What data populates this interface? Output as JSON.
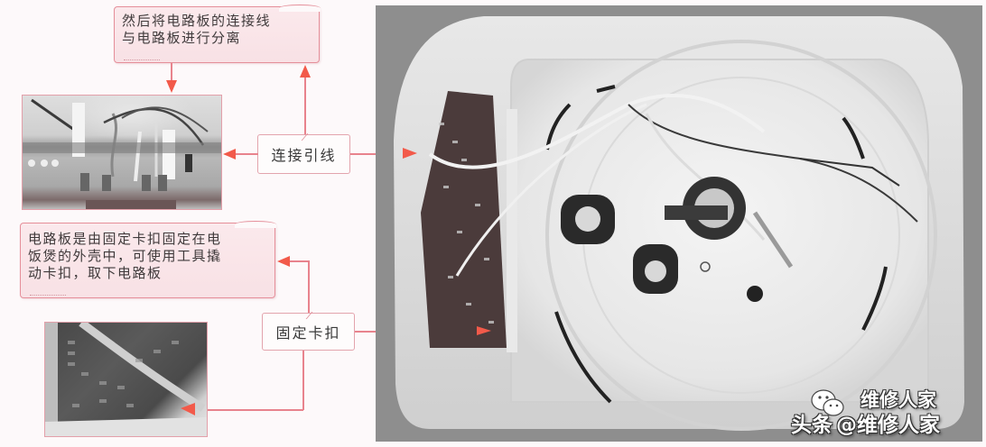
{
  "callouts": {
    "top": {
      "lines": [
        "然后将电路板的连接线",
        "与电路板进行分离"
      ]
    },
    "middle": {
      "lines": [
        "电路板是由固定卡扣固定在电",
        "饭煲的外壳中，可使用工具撬",
        "动卡扣，取下电路板"
      ]
    }
  },
  "labels": {
    "connection_wire": "连接引线",
    "fixing_clip": "固定卡扣"
  },
  "photos": {
    "inset_top": "circuit-board-wires-closeup",
    "inset_bottom": "circuit-board-clip-closeup",
    "main": "rice-cooker-bottom-with-circuit-board"
  },
  "watermark": {
    "account": "维修人家",
    "platform": "头条",
    "handle": "@维修人家"
  },
  "colors": {
    "arrow": "#f25a4a",
    "connector_line": "#e8838d",
    "callout_border": "#e58f9a",
    "callout_fill": "#fbe9ec"
  }
}
